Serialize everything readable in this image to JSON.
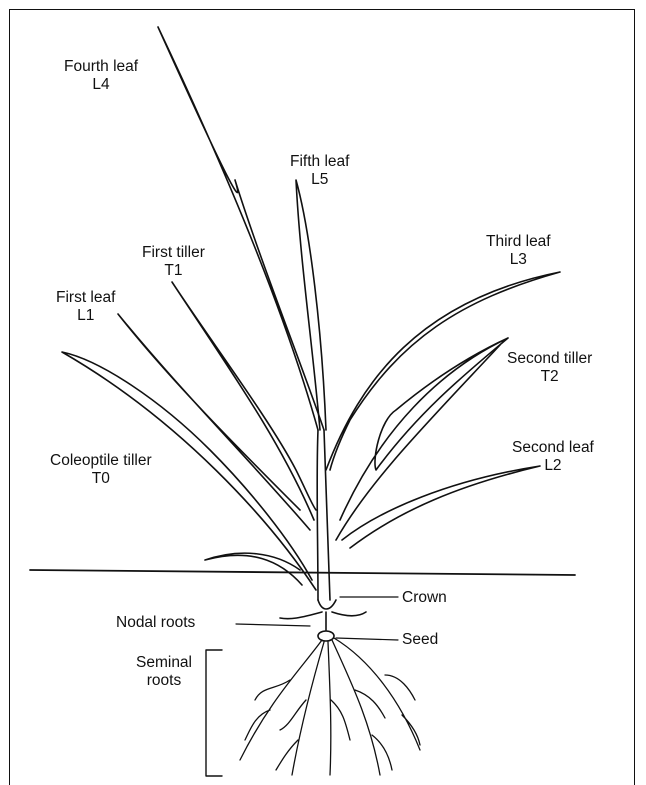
{
  "labels": {
    "fourth_leaf": {
      "name": "Fourth leaf",
      "code": "L4"
    },
    "fifth_leaf": {
      "name": "Fifth leaf",
      "code": "L5"
    },
    "first_tiller": {
      "name": "First tiller",
      "code": "T1"
    },
    "third_leaf": {
      "name": "Third leaf",
      "code": "L3"
    },
    "first_leaf": {
      "name": "First leaf",
      "code": "L1"
    },
    "second_tiller": {
      "name": "Second tiller",
      "code": "T2"
    },
    "coleoptile_tiller": {
      "name": "Coleoptile tiller",
      "code": "T0"
    },
    "second_leaf": {
      "name": "Second leaf",
      "code": "L2"
    },
    "crown": "Crown",
    "nodal_roots": "Nodal roots",
    "seed": "Seed",
    "seminal_roots": {
      "line1": "Seminal",
      "line2": "roots"
    }
  },
  "colors": {
    "ink": "#111111",
    "background": "#ffffff"
  }
}
